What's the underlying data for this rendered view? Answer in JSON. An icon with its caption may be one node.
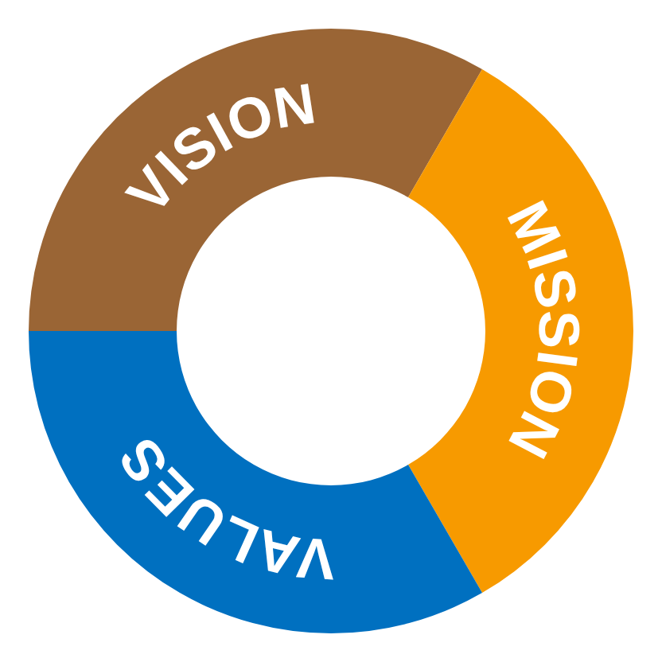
{
  "diagram": {
    "nodes": [
      {
        "text": [
          "VISION"
        ]
      },
      {
        "text": [
          "MISSION"
        ]
      },
      {
        "text": [
          "VALUES"
        ]
      }
    ]
  }
}
